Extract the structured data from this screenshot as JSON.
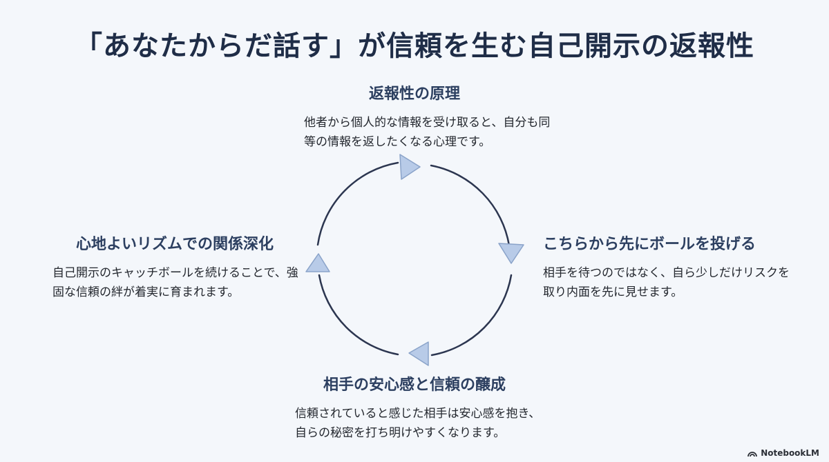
{
  "title": "「あなたからだ話す」が信頼を生む自己開示の返報性",
  "nodes": {
    "top": {
      "heading": "返報性の原理",
      "body": "他者から個人的な情報を受け取ると、自分も同等の情報を返したくなる心理です。"
    },
    "right": {
      "heading": "こちらから先にボールを投げる",
      "body": "相手を待つのではなく、自ら少しだけリスクを取り内面を先に見せます。"
    },
    "bottom": {
      "heading": "相手の安心感と信頼の醸成",
      "body": "信頼されていると感じた相手は安心感を抱き、自らの秘密を打ち明けやすくなります。"
    },
    "left": {
      "heading": "心地よいリズムでの関係深化",
      "body": "自己開示のキャッチボールを続けることで、強固な信頼の絆が着実に育まれます。"
    }
  },
  "watermark": {
    "label": "NotebookLM",
    "icon": "notebooklm-logo-icon"
  },
  "colors": {
    "arc": "#2c3650",
    "arrow_fill": "#b8cbe8",
    "arrow_stroke": "#8aa3c9"
  }
}
